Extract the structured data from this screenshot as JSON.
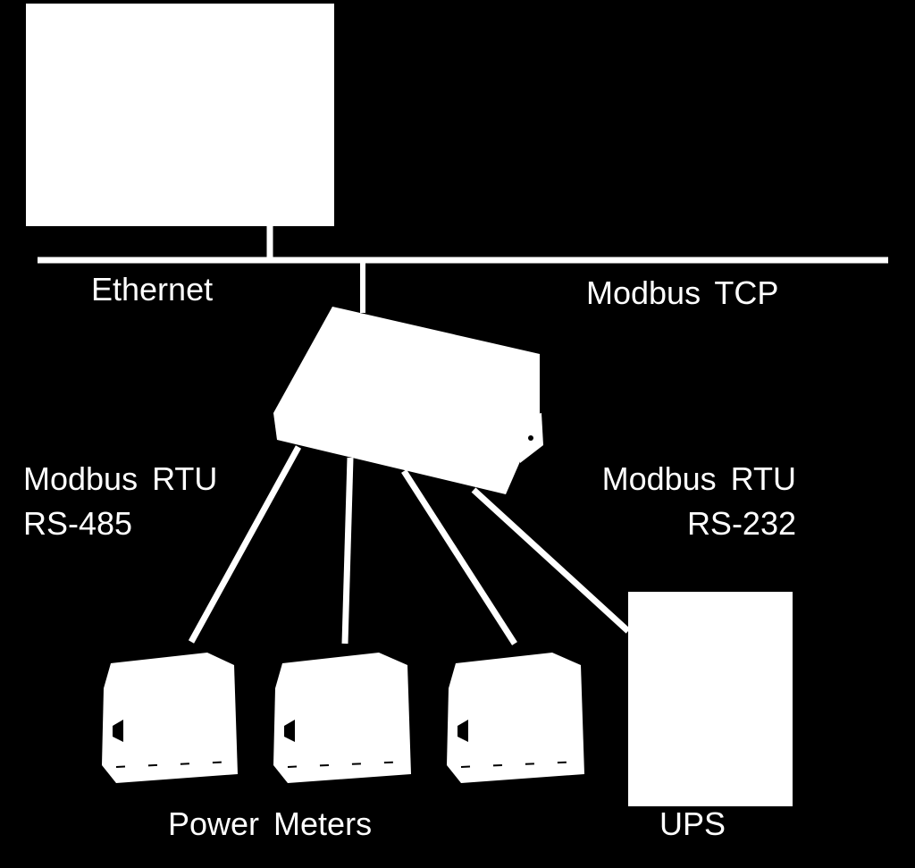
{
  "diagram": {
    "network_label": "Ethernet",
    "protocol_tcp": "Modbus TCP",
    "rtu_left": {
      "line1": "Modbus RTU",
      "line2": "RS-485"
    },
    "rtu_right": {
      "line1": "Modbus RTU",
      "line2": "RS-232"
    },
    "meters_label": "Power Meters",
    "ups_label": "UPS",
    "colors": {
      "background": "#000000",
      "foreground": "#ffffff"
    }
  }
}
